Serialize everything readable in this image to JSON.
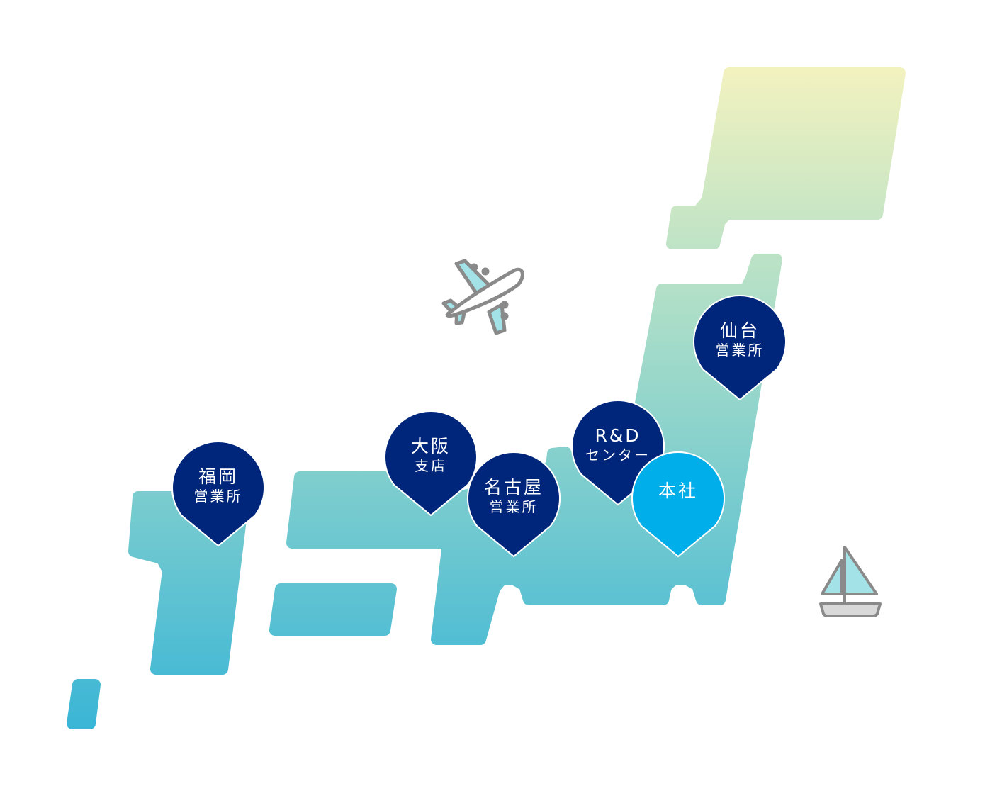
{
  "map": {
    "regions": [
      "hokkaido",
      "honshu",
      "shikoku",
      "kyushu",
      "okinawa"
    ],
    "gradient_colors": {
      "top": "#f3f2bf",
      "middle": "#8fd3d0",
      "bottom": "#3ab5d6"
    }
  },
  "pins": [
    {
      "id": "fukuoka",
      "line1": "福岡",
      "line2": "営業所",
      "color": "#05287c"
    },
    {
      "id": "osaka",
      "line1": "大阪",
      "line2": "支店",
      "color": "#05287c"
    },
    {
      "id": "nagoya",
      "line1": "名古屋",
      "line2": "営業所",
      "color": "#05287c"
    },
    {
      "id": "rnd",
      "line1": "R&D",
      "line2": "センター",
      "color": "#05287c"
    },
    {
      "id": "headquarters",
      "line1": "本社",
      "line2": "",
      "color": "#00aeea"
    },
    {
      "id": "sendai",
      "line1": "仙台",
      "line2": "営業所",
      "color": "#05287c"
    }
  ],
  "icons": {
    "plane": "airplane-icon",
    "boat": "sailboat-icon",
    "icon_fill": "#a3e3e8",
    "icon_stroke": "#8a8a8a"
  }
}
